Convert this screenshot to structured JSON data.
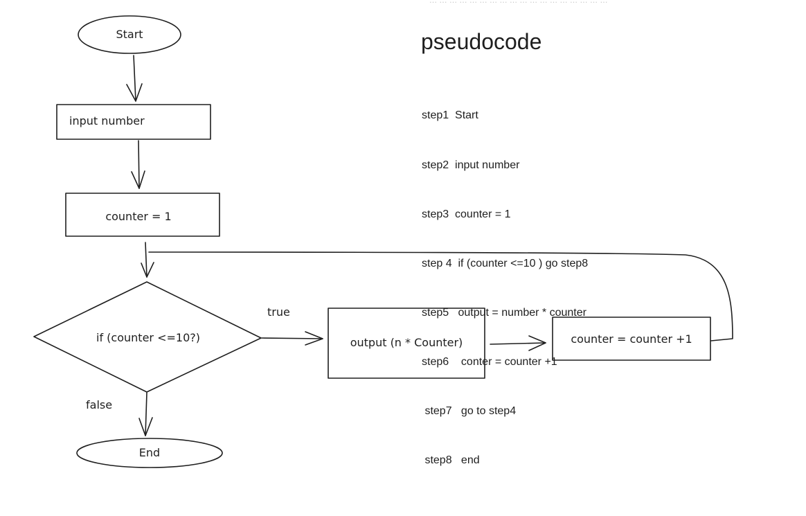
{
  "top_faint_text": "… … … … … … … … … … … … … … … … … …",
  "flowchart": {
    "start": "Start",
    "input": "input number",
    "init": "counter = 1",
    "decision": "if (counter <=10?)",
    "true_label": "true",
    "false_label": "false",
    "output": "output (n * Counter)",
    "increment": "counter = counter +1",
    "end": "End"
  },
  "pseudocode": {
    "title": "pseudocode",
    "steps": [
      "step1  Start",
      "step2  input number",
      "step3  counter = 1",
      "step 4  if (counter <=10 ) go step8",
      "step5   output = number * counter",
      "step6    conter = counter +1",
      " step7   go to step4",
      " step8   end"
    ]
  }
}
